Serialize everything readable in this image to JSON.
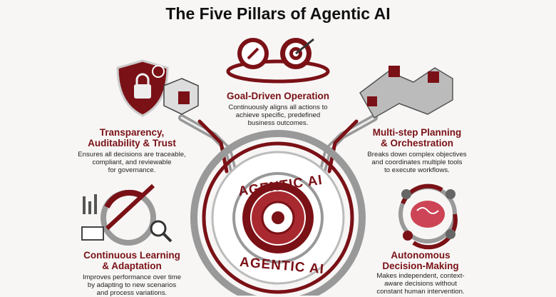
{
  "title": "The Five Pillars of Agentic AI",
  "center": {
    "top_label": "AGENTIC AI",
    "bottom_label": "AGENTIC AI"
  },
  "pillars": [
    {
      "title": "Goal-Driven Operation",
      "desc": [
        "Continuously aligns all actions to",
        "achieve specific, predefined",
        "business outcomes."
      ],
      "icon": "compass-target-icon"
    },
    {
      "title_lines": [
        "Transparency,",
        "Auditability & Trust"
      ],
      "desc": [
        "Ensures all decisions are traceable,",
        "compliant, and reviewable",
        "for governance."
      ],
      "icon": "shield-lock-icon"
    },
    {
      "title_lines": [
        "Multi-step Planning",
        "& Orchestration"
      ],
      "desc": [
        "Breaks down complex objectives",
        "and coordinates multiple tools",
        "to execute workflows."
      ],
      "icon": "connected-blocks-icon"
    },
    {
      "title_lines": [
        "Continuous Learning",
        "& Adaptation"
      ],
      "desc": [
        "Improves performance over time",
        "by adapting to new scenarios",
        "and process variations."
      ],
      "icon": "learning-cycle-icon"
    },
    {
      "title_lines": [
        "Autonomous",
        "Decision-Making"
      ],
      "desc": [
        "Makes independent, context-",
        "aware decisions without",
        "constant human intervention."
      ],
      "icon": "brain-decision-icon"
    }
  ],
  "colors": {
    "accent": "#7a1116",
    "gray": "#8a8a8a"
  }
}
